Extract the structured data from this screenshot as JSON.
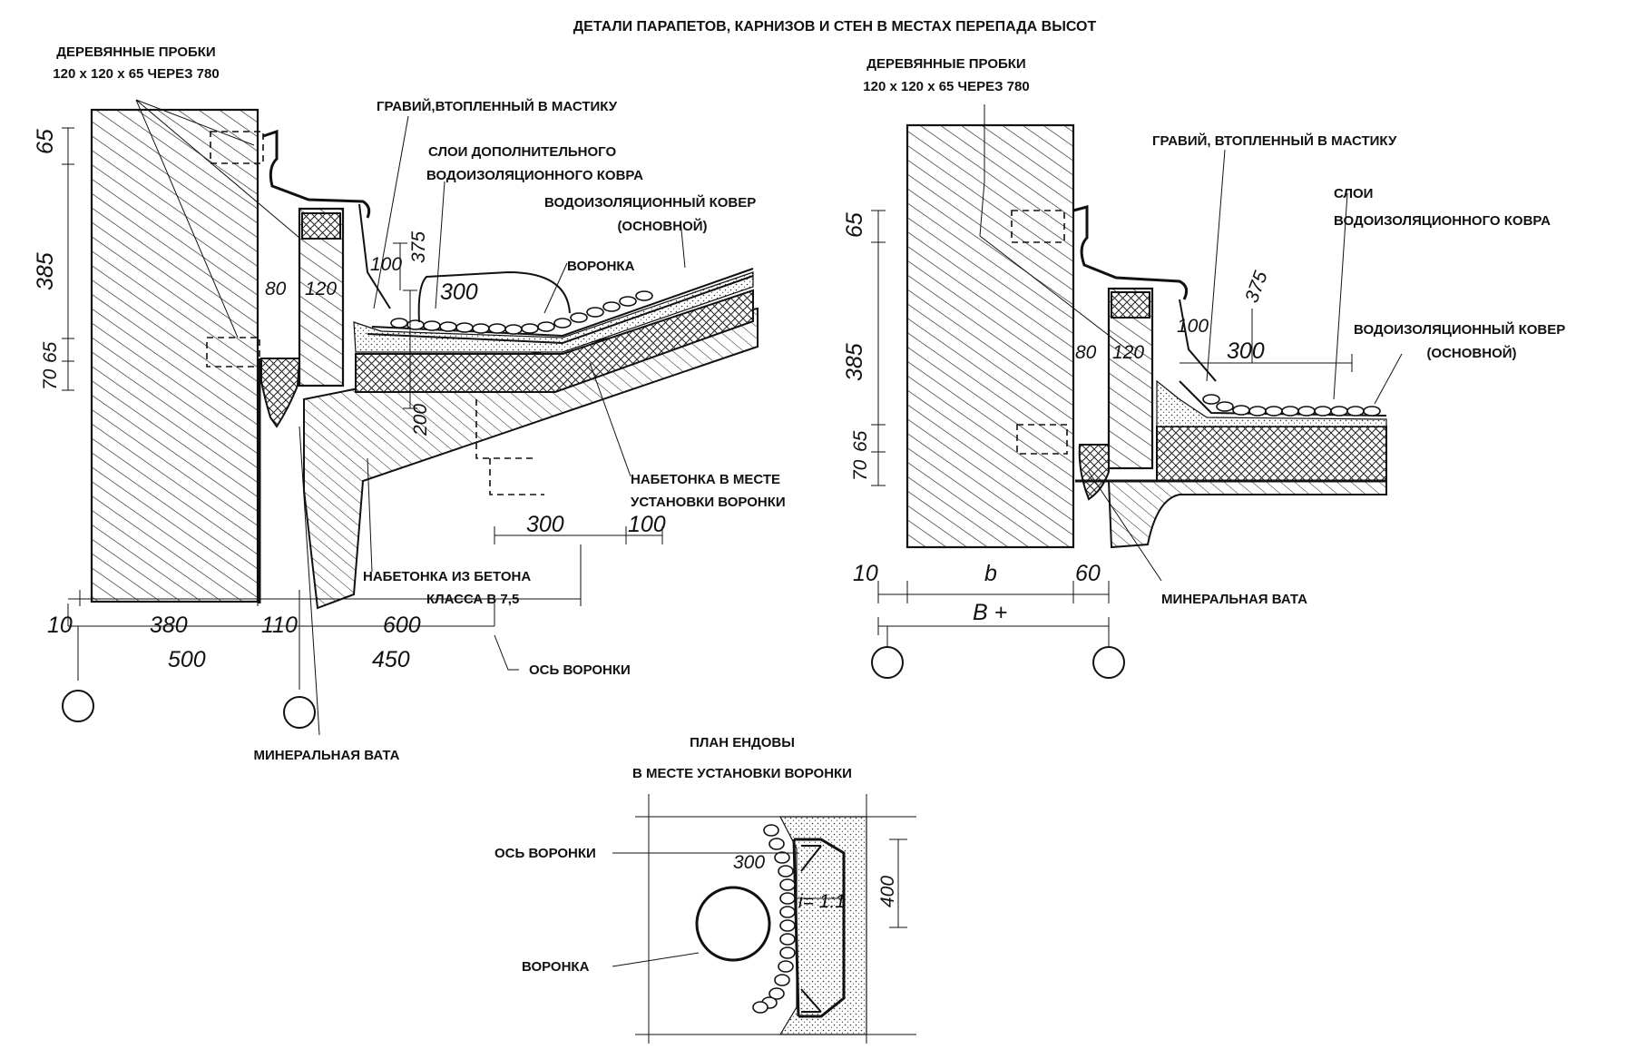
{
  "title": "ДЕТАЛИ ПАРАПЕТОВ, КАРНИЗОВ И СТЕН В МЕСТАХ ПЕРЕПАДА ВЫСОТ",
  "left_detail": {
    "labels": {
      "wood_plugs_1": "ДЕРЕВЯННЫЕ ПРОБКИ",
      "wood_plugs_2": "120 x 120 x 65 ЧЕРЕЗ 780",
      "gravel": "ГРАВИЙ,ВТОПЛЕННЫЙ В МАСТИКУ",
      "extra_layers_1": "СЛОИ ДОПОЛНИТЕЛЬНОГО",
      "extra_layers_2": "ВОДОИЗОЛЯЦИОННОГО КОВРА",
      "main_carpet_1": "ВОДОИЗОЛЯЦИОННЫЙ КОВЕР",
      "main_carpet_2": "(ОСНОВНОЙ)",
      "funnel": "ВОРОНКА",
      "topping_at_funnel_1": "НАБЕТОНКА В МЕСТЕ",
      "topping_at_funnel_2": "УСТАНОВКИ ВОРОНКИ",
      "topping_concrete_1": "НАБЕТОНКА ИЗ БЕТОНА",
      "topping_concrete_2": "КЛАССА В 7,5",
      "funnel_axis": "ОСЬ ВОРОНКИ",
      "mineral_wool": "МИНЕРАЛЬНАЯ ВАТА"
    },
    "dims": {
      "d65_top": "65",
      "d385": "385",
      "d65_mid": "65",
      "d70": "70",
      "d80": "80",
      "d120": "120",
      "d100": "100",
      "d375": "375",
      "d300_top": "300",
      "d200": "200",
      "d300_bot": "300",
      "d100_bot": "100",
      "d10": "10",
      "d380": "380",
      "d110": "110",
      "d600": "600",
      "d500": "500",
      "d450": "450"
    }
  },
  "right_detail": {
    "labels": {
      "wood_plugs_1": "ДЕРЕВЯННЫЕ ПРОБКИ",
      "wood_plugs_2": "120 x 120 x 65 ЧЕРЕЗ 780",
      "gravel": "ГРАВИЙ, ВТОПЛЕННЫЙ В МАСТИКУ",
      "layers_1": "СЛОИ",
      "layers_2": "ВОДОИЗОЛЯЦИОННОГО КОВРА",
      "main_carpet_1": "ВОДОИЗОЛЯЦИОННЫЙ КОВЕР",
      "main_carpet_2": "(ОСНОВНОЙ)",
      "mineral_wool": "МИНЕРАЛЬНАЯ ВАТА"
    },
    "dims": {
      "d65_top": "65",
      "d385": "385",
      "d65_mid": "65",
      "d70": "70",
      "d80": "80",
      "d120": "120",
      "d100": "100",
      "d375": "375",
      "d300": "300",
      "d10": "10",
      "db": "b",
      "d60": "60",
      "dB": "В +"
    }
  },
  "plan": {
    "title_1": "ПЛАН ЕНДОВЫ",
    "title_2": "В МЕСТЕ УСТАНОВКИ ВОРОНКИ",
    "funnel_axis": "ОСЬ ВОРОНКИ",
    "funnel": "ВОРОНКА",
    "d300": "300",
    "d400": "400",
    "slope": "i= 1:1"
  }
}
